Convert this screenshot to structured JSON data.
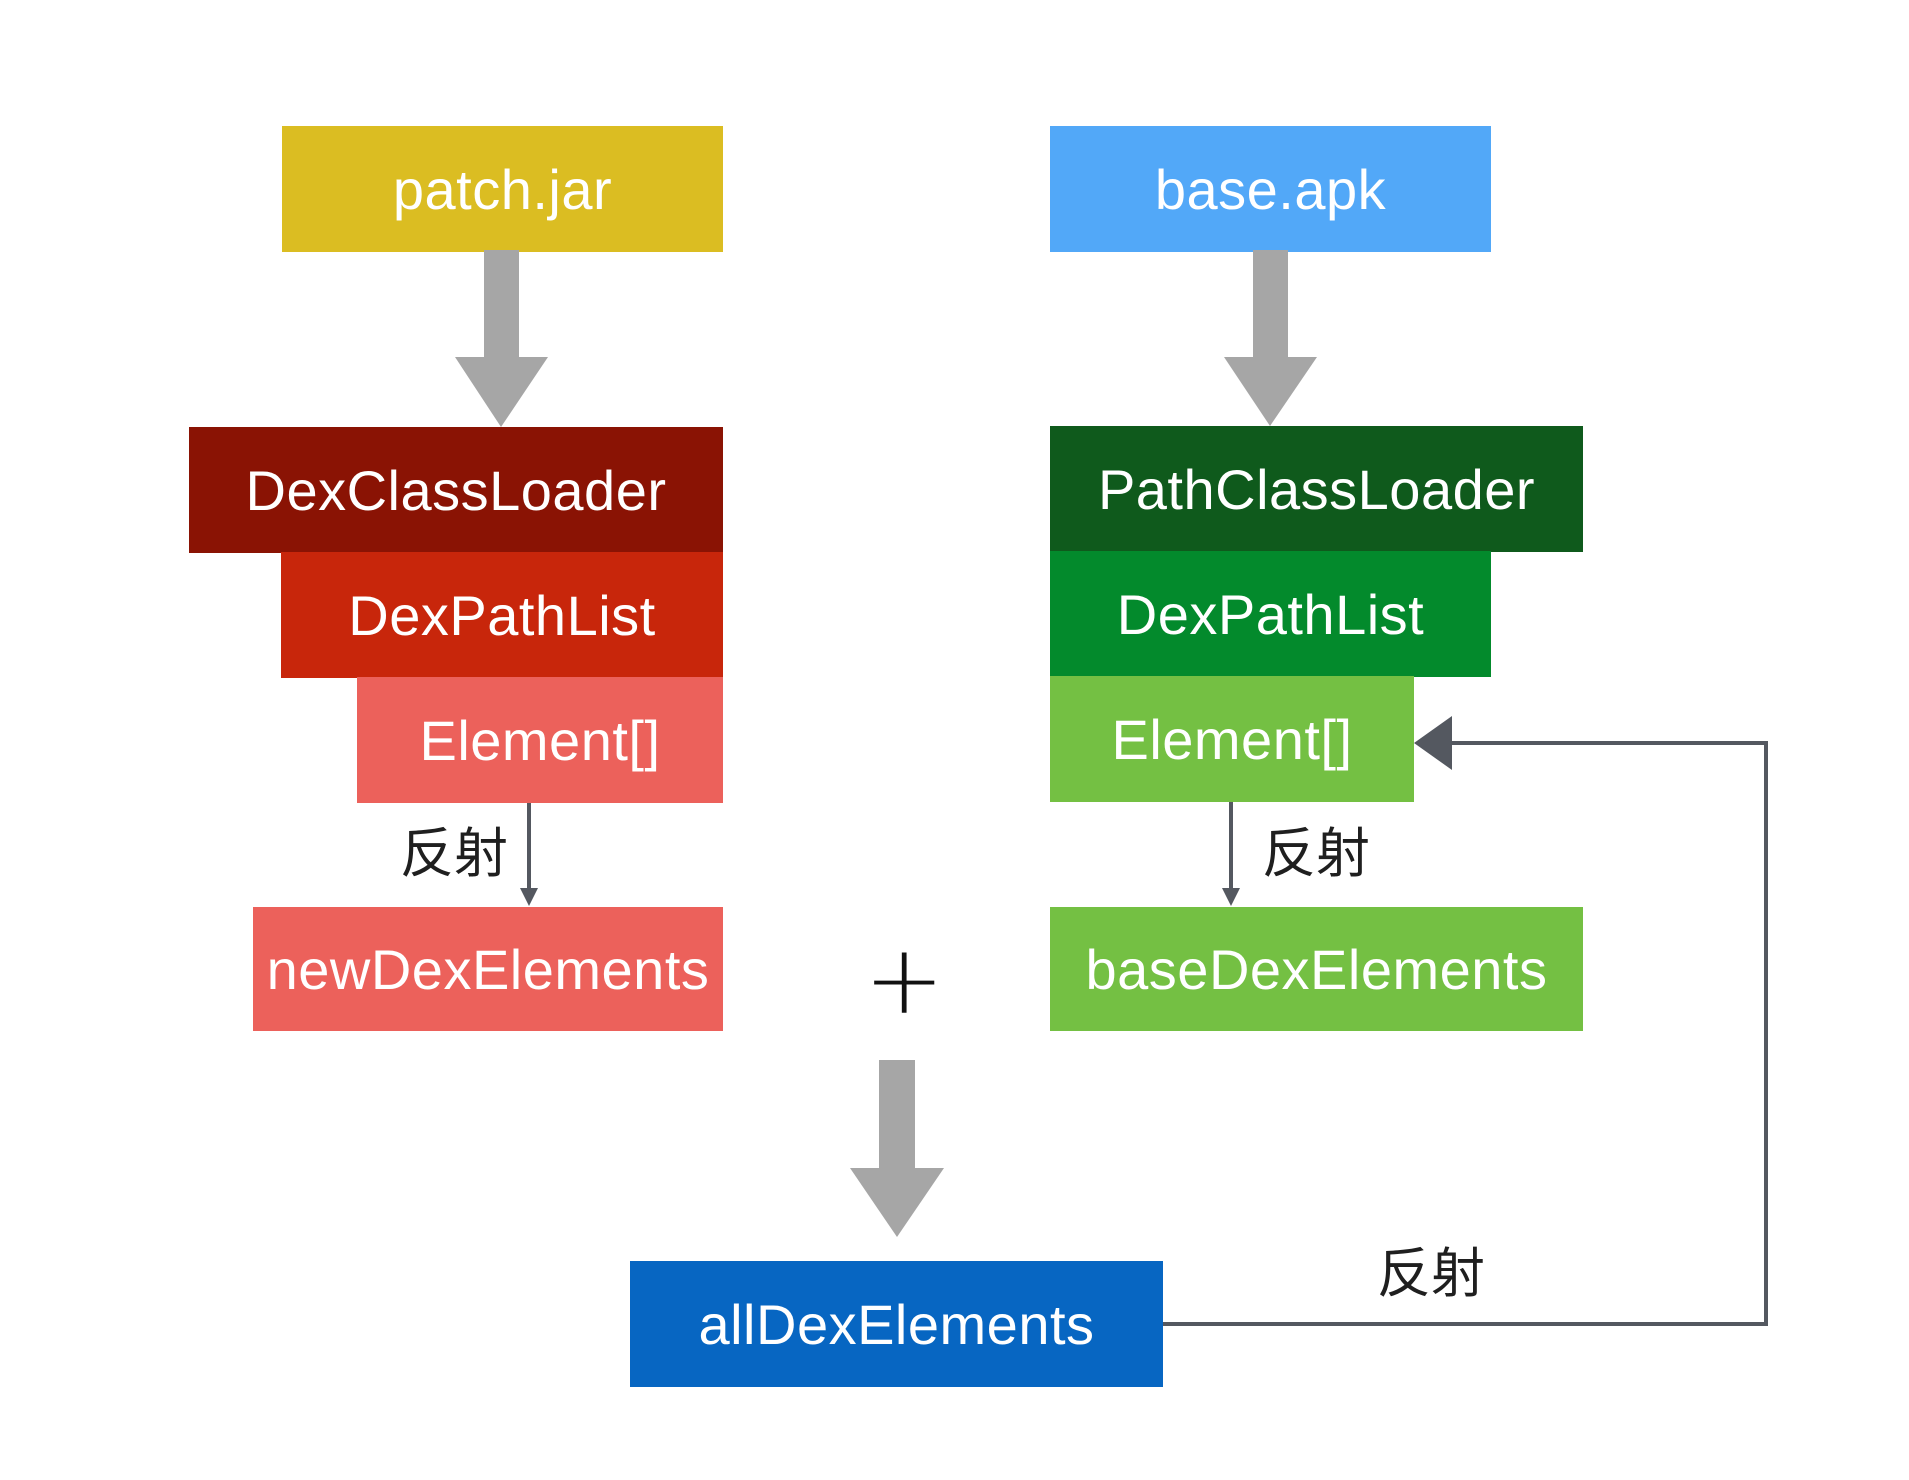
{
  "left": {
    "source": "patch.jar",
    "loader": "DexClassLoader",
    "pathlist": "DexPathList",
    "elements": "Element[]",
    "reflect_label": "反射",
    "result": "newDexElements"
  },
  "right": {
    "source": "base.apk",
    "loader": "PathClassLoader",
    "pathlist": "DexPathList",
    "elements": "Element[]",
    "reflect_label": "反射",
    "result": "baseDexElements"
  },
  "combine": {
    "plus": "+",
    "result": "allDexElements",
    "reflect_label": "反射"
  },
  "colors": {
    "patch_jar": "#dbbd22",
    "dex_class_loader": "#8a1304",
    "dex_path_list_left": "#c8260b",
    "element_left": "#ec615b",
    "new_dex_elements": "#ec615b",
    "base_apk": "#52a8f8",
    "path_class_loader": "#0f5a1c",
    "dex_path_list_right": "#038a2c",
    "element_right": "#74c043",
    "base_dex_elements": "#74c043",
    "all_dex_elements": "#0766c2",
    "big_arrow": "#a6a6a6",
    "thin_arrow": "#545860"
  }
}
